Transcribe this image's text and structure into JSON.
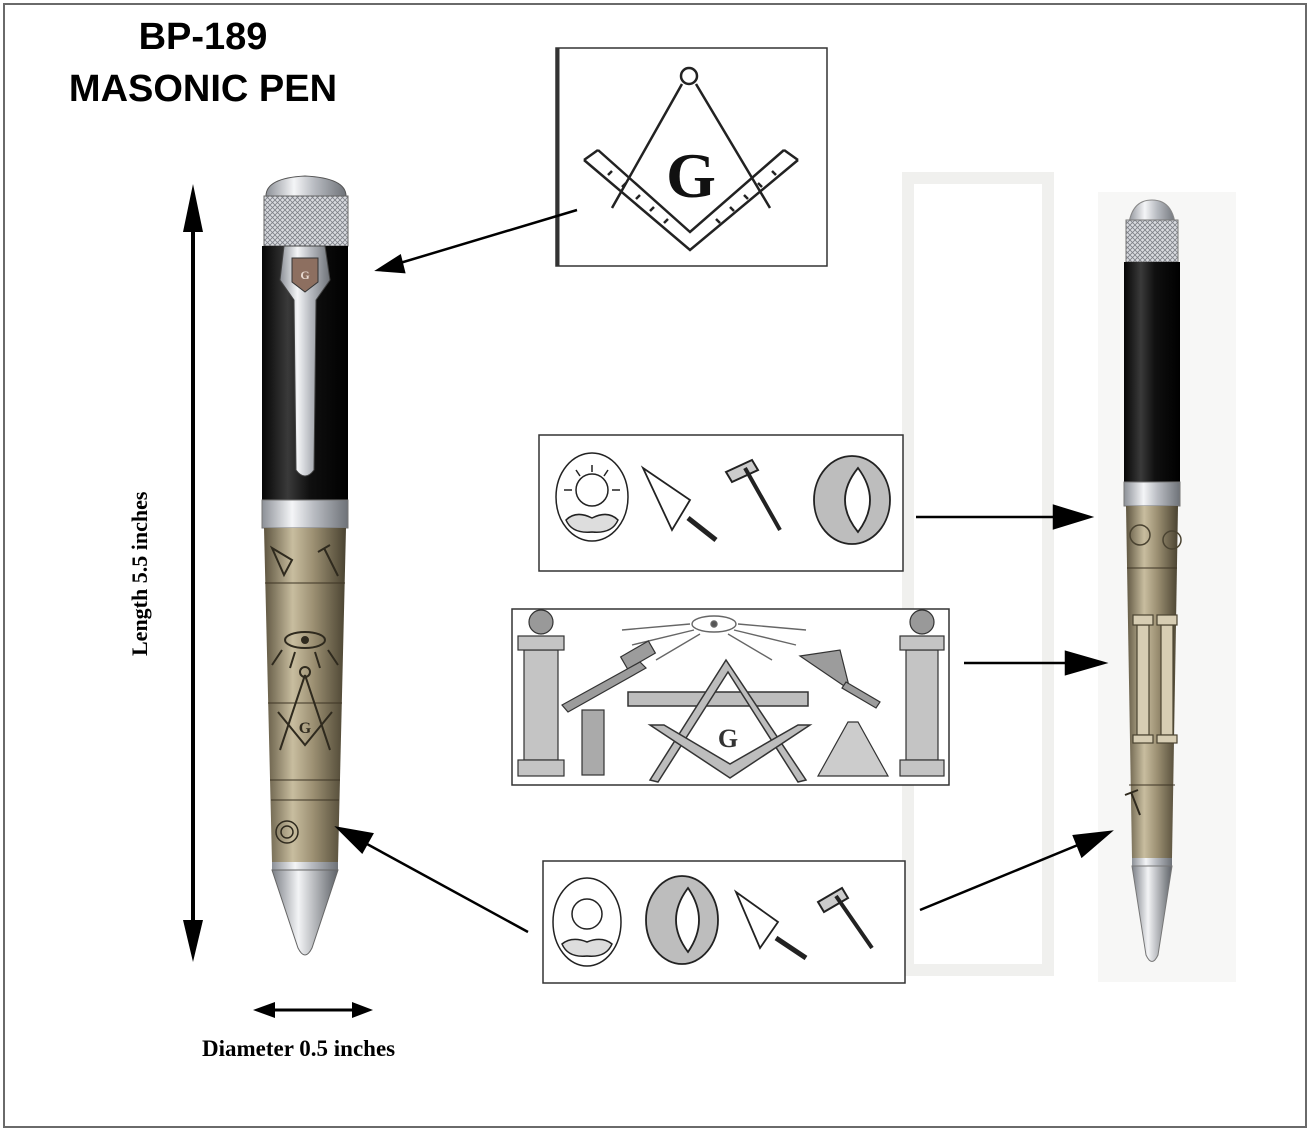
{
  "title": {
    "line1": "BP-189",
    "line2": "MASONIC PEN"
  },
  "dimensions": {
    "length_label": "Length 5.5 inches",
    "diameter_label": "Diameter 0.5 inches"
  },
  "emblem_letter": "G",
  "colors": {
    "pen_cap_black": "#121212",
    "pen_barrel_bronze": "#9b8f72",
    "chrome": "#c9ccd1",
    "arrow": "#000000",
    "frame": "#6a6a6a"
  }
}
